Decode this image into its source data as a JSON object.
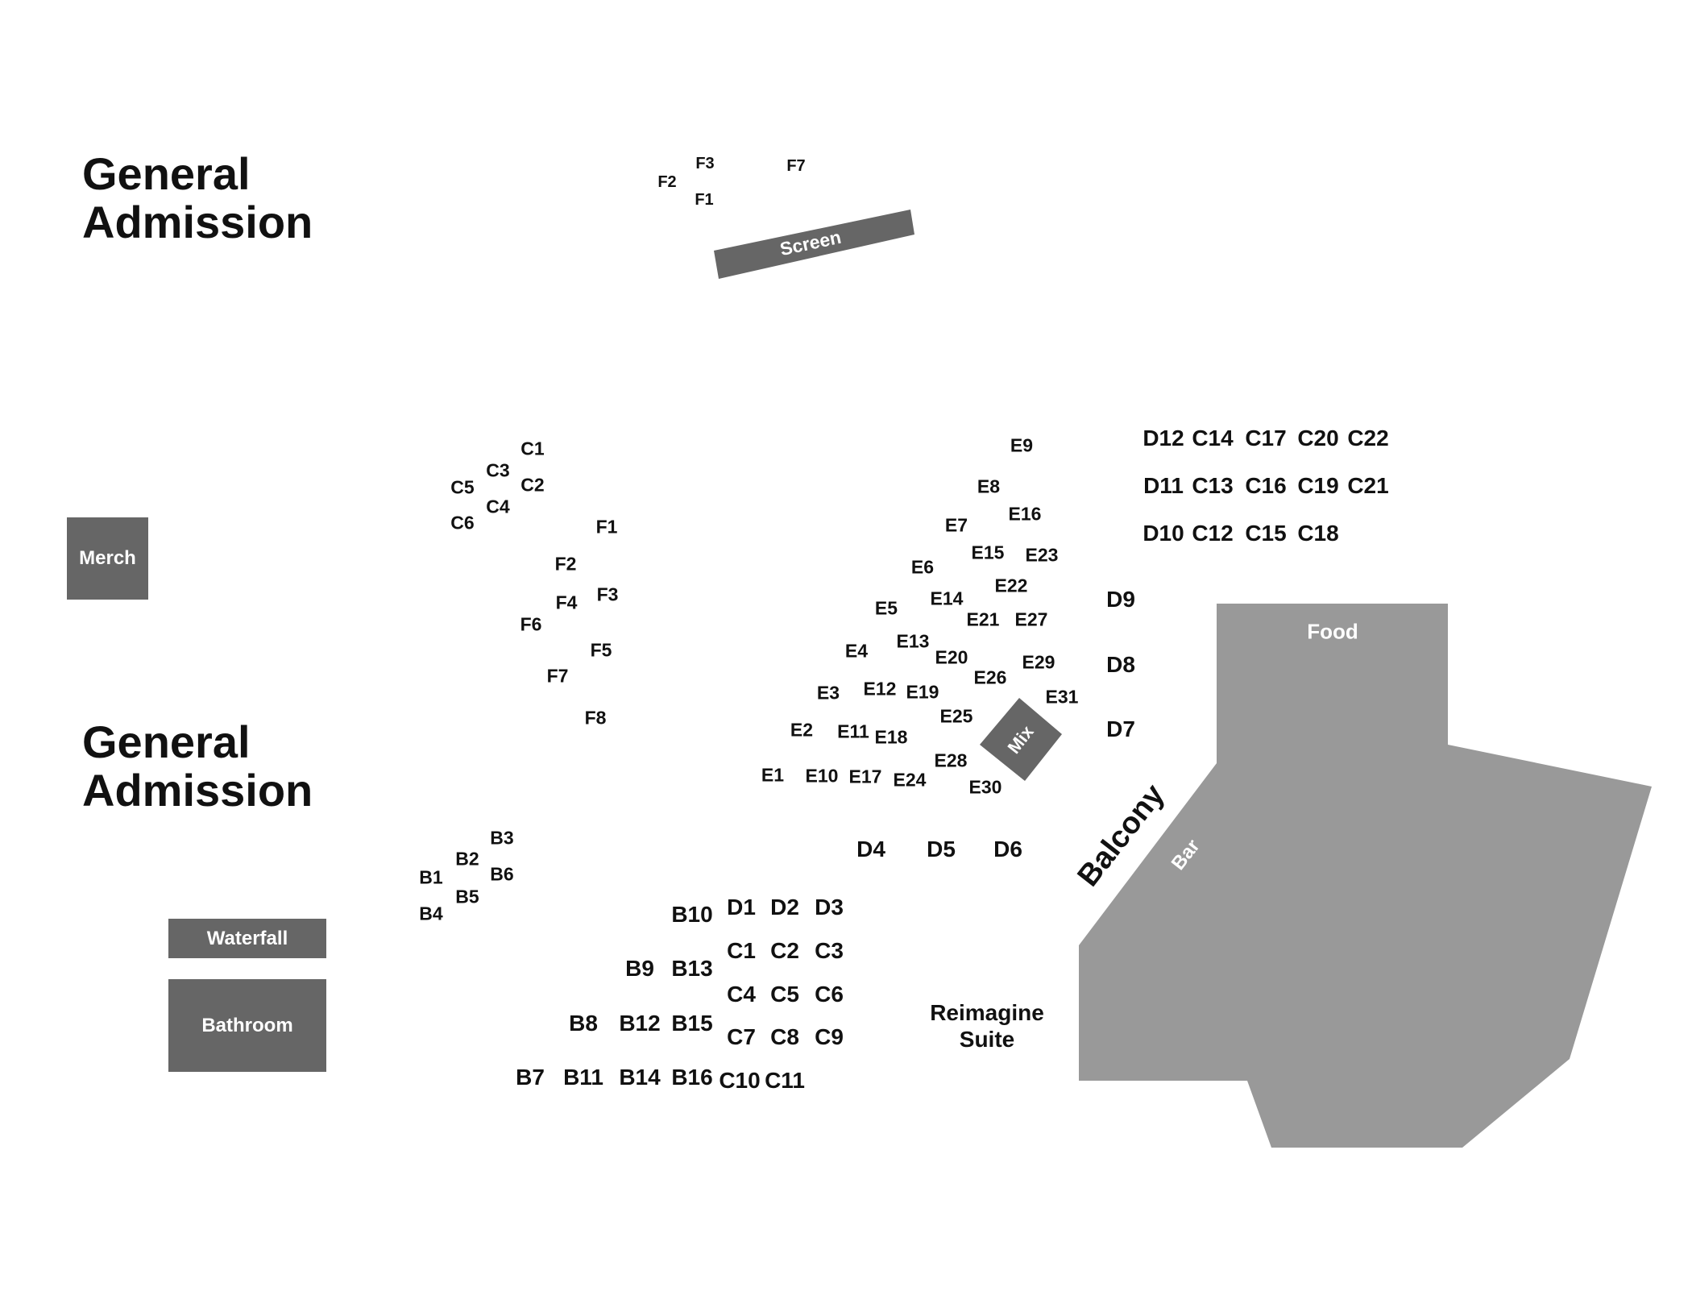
{
  "areas": {
    "general_admission_top": "General\nAdmission",
    "general_admission_bottom": "General\nAdmission",
    "merch": "Merch",
    "waterfall": "Waterfall",
    "bathroom": "Bathroom",
    "screen": "Screen",
    "mix": "Mix",
    "food": "Food",
    "bar": "Bar",
    "balcony": "Balcony",
    "reimagine_suite_line1": "Reimagine",
    "reimagine_suite_line2": "Suite"
  },
  "colors": {
    "fixture": "#666666",
    "bar_area": "#999999",
    "text": "#111111",
    "background": "#ffffff"
  },
  "seats": {
    "top_f": [
      "F3",
      "F2",
      "F1",
      "F7"
    ],
    "left_c": [
      "C1",
      "C3",
      "C5",
      "C2",
      "C4",
      "C6"
    ],
    "left_f": [
      "F1",
      "F2",
      "F3",
      "F4",
      "F6",
      "F5",
      "F7",
      "F8"
    ],
    "left_b": [
      "B3",
      "B2",
      "B1",
      "B6",
      "B5",
      "B4"
    ],
    "e_section": [
      "E9",
      "E8",
      "E16",
      "E7",
      "E15",
      "E23",
      "E6",
      "E22",
      "E14",
      "E5",
      "E21",
      "E27",
      "E13",
      "E4",
      "E20",
      "E29",
      "E26",
      "E12",
      "E19",
      "E3",
      "E31",
      "E25",
      "E2",
      "E11",
      "E18",
      "E28",
      "E1",
      "E10",
      "E17",
      "E24",
      "E30"
    ],
    "d_right": [
      "D9",
      "D8",
      "D7"
    ],
    "d_middle": [
      "D4",
      "D5",
      "D6"
    ],
    "top_right": [
      "D12",
      "C14",
      "C17",
      "C20",
      "C22",
      "D11",
      "C13",
      "C16",
      "C19",
      "C21",
      "D10",
      "C12",
      "C15",
      "C18"
    ],
    "bottom_grid": [
      "D1",
      "D2",
      "D3",
      "B10",
      "C1",
      "C2",
      "C3",
      "B9",
      "B13",
      "C4",
      "C5",
      "C6",
      "B8",
      "B12",
      "B15",
      "C7",
      "C8",
      "C9",
      "B7",
      "B11",
      "B14",
      "B16",
      "C10",
      "C11"
    ]
  }
}
